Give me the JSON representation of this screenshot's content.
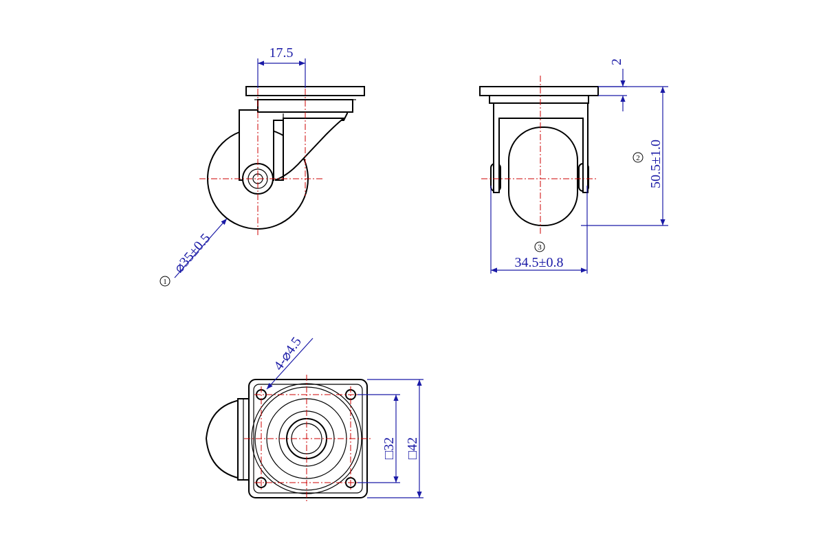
{
  "colors": {
    "outline": "#000000",
    "centerline": "#cc0000",
    "dimension": "#1a1aa6",
    "background": "#ffffff"
  },
  "dimensions": {
    "plate_offset": "17.5",
    "wheel_diameter": "⌀35±0.5",
    "plate_thickness": "2",
    "overall_height": "50.5±1.0",
    "overall_width": "34.5±0.8",
    "mounting_holes": "4-⌀4.5",
    "hole_spacing": "□32",
    "plate_size": "□42"
  },
  "callouts": {
    "wheel_diameter": "1",
    "overall_height": "2",
    "overall_width": "3"
  }
}
